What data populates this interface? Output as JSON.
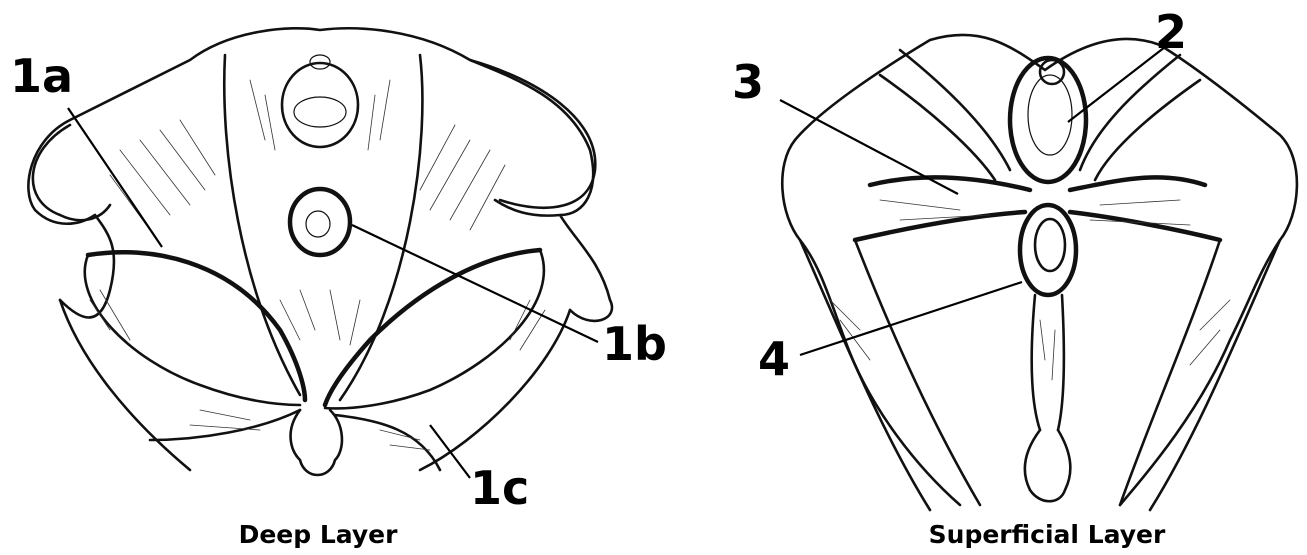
{
  "labels": {
    "l1a": "1a",
    "l1b": "1b",
    "l1c": "1c",
    "l2": "2",
    "l3": "3",
    "l4": "4"
  },
  "captions": {
    "deep": "Deep Layer",
    "superficial": "Superficial Layer"
  }
}
